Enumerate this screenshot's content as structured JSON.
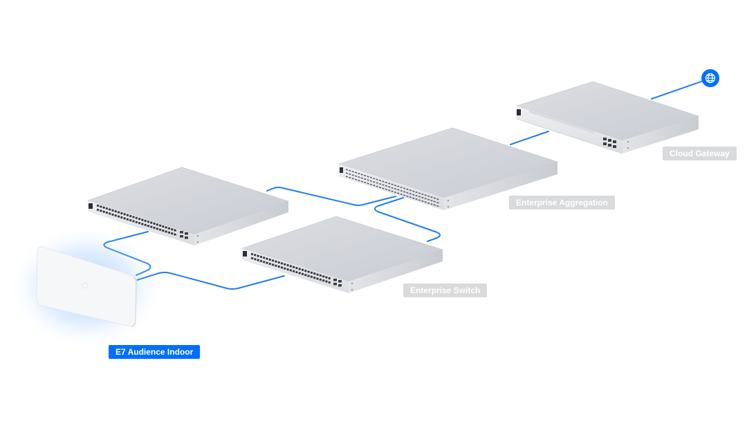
{
  "colors": {
    "accent": "#006fff",
    "link": "#1f7cf2",
    "label_muted_bg": "#d9dadc",
    "label_text": "#ffffff",
    "device_top": "#d4d6dc",
    "device_front": "#e8e9ec",
    "device_side": "#b8bbc2"
  },
  "icons": {
    "internet": "globe-icon"
  },
  "devices": {
    "cloud_gateway": {
      "label": "Cloud Gateway",
      "state": "inactive"
    },
    "enterprise_aggregation": {
      "label": "Enterprise Aggregation",
      "state": "inactive"
    },
    "enterprise_switch": {
      "label": "Enterprise Switch",
      "state": "inactive"
    },
    "e7_audience_indoor": {
      "label": "E7 Audience Indoor",
      "state": "active"
    }
  }
}
